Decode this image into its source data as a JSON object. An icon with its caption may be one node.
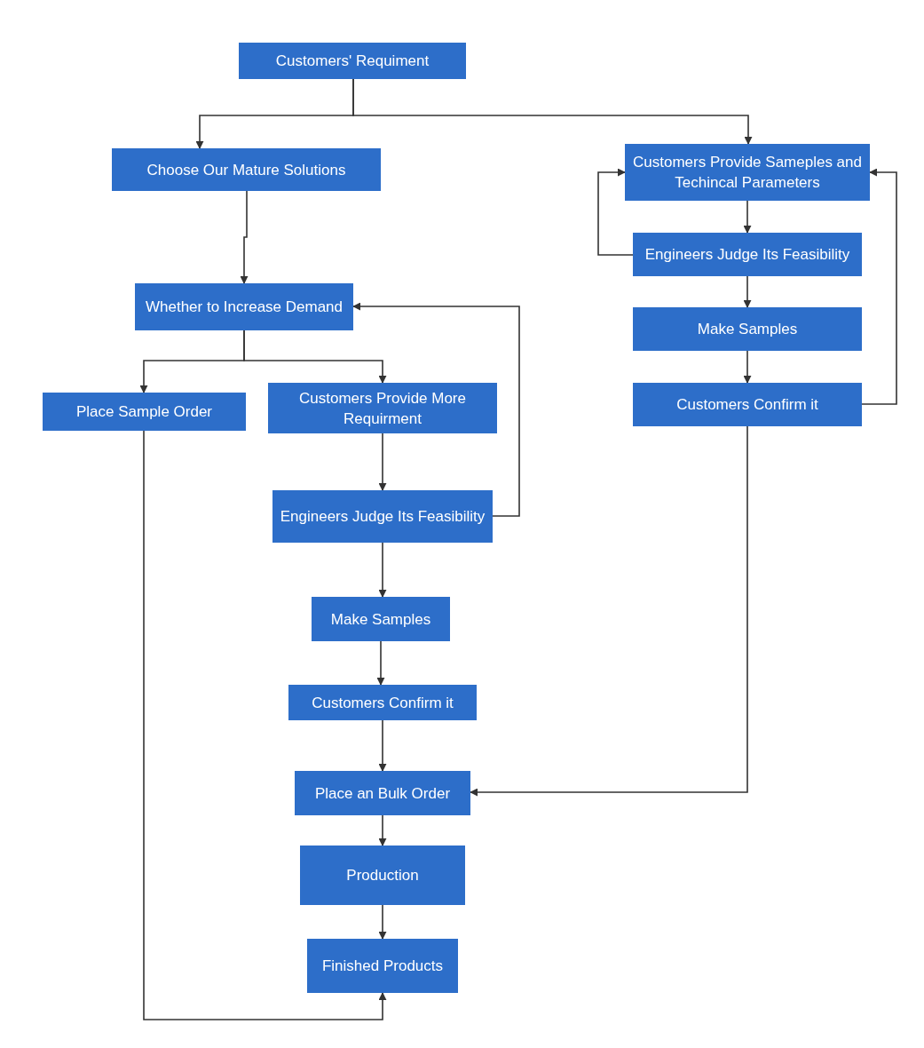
{
  "diagram": {
    "nodes": [
      {
        "text": [
          "Customers' Requiment"
        ]
      },
      {
        "text": [
          "Choose Our Mature Solutions"
        ]
      },
      {
        "text": [
          "Customers Provide Sameples and Techincal Parameters"
        ]
      },
      {
        "text": [
          "Engineers Judge Its Feasibility"
        ]
      },
      {
        "text": [
          "Make Samples"
        ]
      },
      {
        "text": [
          "Customers Confirm it"
        ]
      },
      {
        "text": [
          "Whether to Increase Demand"
        ]
      },
      {
        "text": [
          "Place Sample Order"
        ]
      },
      {
        "text": [
          "Customers Provide More Requirment"
        ]
      },
      {
        "text": [
          "Engineers Judge Its Feasibility"
        ]
      },
      {
        "text": [
          "Make Samples"
        ]
      },
      {
        "text": [
          "Customers Confirm it"
        ]
      },
      {
        "text": [
          "Place an Bulk Order"
        ]
      },
      {
        "text": [
          "Production"
        ]
      },
      {
        "text": [
          "Finished Products"
        ]
      }
    ],
    "edges": [
      {
        "from": 0,
        "to": 1,
        "arrow": "to"
      },
      {
        "from": 0,
        "to": 2,
        "arrow": "to"
      },
      {
        "from": 1,
        "to": 6,
        "arrow": "to"
      },
      {
        "from": 2,
        "to": 3,
        "arrow": "to"
      },
      {
        "from": 3,
        "to": 2,
        "arrow": "to"
      },
      {
        "from": 3,
        "to": 4,
        "arrow": "to"
      },
      {
        "from": 4,
        "to": 5,
        "arrow": "to"
      },
      {
        "from": 5,
        "to": 2,
        "arrow": "to"
      },
      {
        "from": 6,
        "to": 7,
        "arrow": "to"
      },
      {
        "from": 6,
        "to": 8,
        "arrow": "to"
      },
      {
        "from": 8,
        "to": 9,
        "arrow": "to"
      },
      {
        "from": 9,
        "to": 6,
        "arrow": "to"
      },
      {
        "from": 9,
        "to": 10,
        "arrow": "to"
      },
      {
        "from": 10,
        "to": 11,
        "arrow": "to"
      },
      {
        "from": 11,
        "to": 12,
        "arrow": "to"
      },
      {
        "from": 5,
        "to": 12,
        "arrow": "to"
      },
      {
        "from": 12,
        "to": 13,
        "arrow": "to"
      },
      {
        "from": 13,
        "to": 14,
        "arrow": "to"
      },
      {
        "from": 7,
        "to": 14,
        "arrow": "to"
      }
    ]
  }
}
